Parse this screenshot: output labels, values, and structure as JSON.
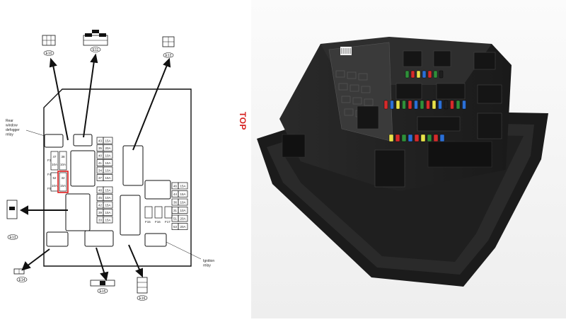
{
  "diagram": {
    "labels": {
      "rear_defogger": [
        "Rear",
        "window",
        "defogger",
        "relay"
      ],
      "ignition_relay": [
        "Ignition",
        "relay"
      ]
    },
    "connectors": {
      "e10": "E10",
      "e11": "E11",
      "e12": "E12",
      "e13": "E13",
      "e14": "E14",
      "e15": "E15",
      "e16": "E16"
    },
    "fuses_right_column": [
      {
        "num": "43",
        "amp": "15A"
      },
      {
        "num": "35",
        "amp": "20A"
      },
      {
        "num": "40",
        "amp": "10A"
      },
      {
        "num": "41",
        "amp": "15A"
      },
      {
        "num": "34",
        "amp": "10A"
      },
      {
        "num": "37",
        "amp": "15A"
      },
      {
        "num": "48",
        "amp": "15A"
      },
      {
        "num": "45",
        "amp": "10A"
      },
      {
        "num": "42",
        "amp": "15A"
      },
      {
        "num": "39",
        "amp": "15A"
      },
      {
        "num": "33",
        "amp": "15A"
      }
    ],
    "fuses_far_right": [
      {
        "num": "46",
        "amp": "15A"
      },
      {
        "num": "44",
        "amp": "15A"
      },
      {
        "num": "36",
        "amp": "10A"
      },
      {
        "num": "31",
        "amp": "10A"
      },
      {
        "num": "51",
        "amp": "20A"
      },
      {
        "num": "53",
        "amp": "20A"
      }
    ],
    "fuses_left_column": [
      {
        "num": "47",
        "amp": "10A"
      },
      {
        "num": "38",
        "amp": "10A"
      },
      {
        "num": "52",
        "amp": "10A"
      },
      {
        "num": "32",
        "amp": "15A"
      }
    ],
    "left_small": [
      "F3",
      "F4",
      "F5"
    ],
    "bottom_small": [
      "F15",
      "F16",
      "F17"
    ]
  },
  "photo": {
    "orientation_label": "TOP",
    "fuse_colors": [
      "#2f8f3a",
      "#d62b2b",
      "#2b6fd6",
      "#e8e24a",
      "#1e1e1e"
    ]
  }
}
